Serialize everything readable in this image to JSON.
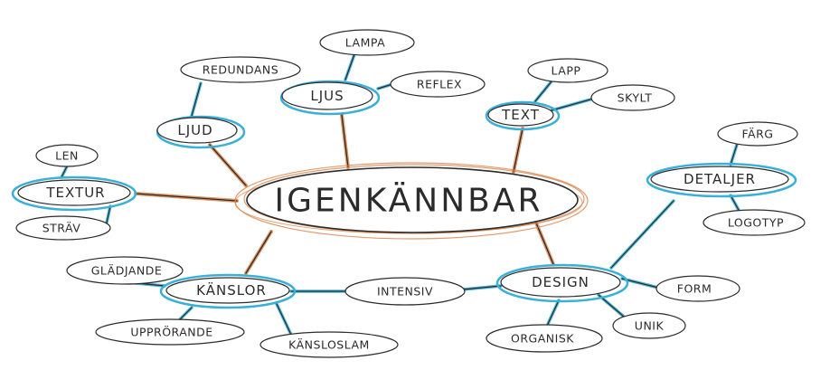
{
  "colors": {
    "ink": "#2b2b2b",
    "blue": "#3ab0d8",
    "orange": "#d9824a"
  },
  "center": {
    "label": "IGENKÄNNBAR"
  },
  "categories": {
    "ljud": "LJUD",
    "ljus": "LJUS",
    "text": "TEXT",
    "textur": "TEXTUR",
    "detaljer": "DETALJER",
    "kanslor": "KÄNSLOR",
    "design": "DESIGN"
  },
  "leaves": {
    "redundans": "REDUNDANS",
    "lampa": "LAMPA",
    "reflex": "REFLEX",
    "lapp": "LAPP",
    "skylt": "SKYLT",
    "len": "LEN",
    "strav": "STRÄV",
    "farg": "FÄRG",
    "logotyp": "LOGOTYP",
    "gladjande": "GLÄDJANDE",
    "upprorande": "UPPRÖRANDE",
    "kansloslam": "KÄNSLOSLAM",
    "intensiv": "INTENSIV",
    "form": "FORM",
    "unik": "UNIK",
    "organisk": "ORGANISK"
  }
}
